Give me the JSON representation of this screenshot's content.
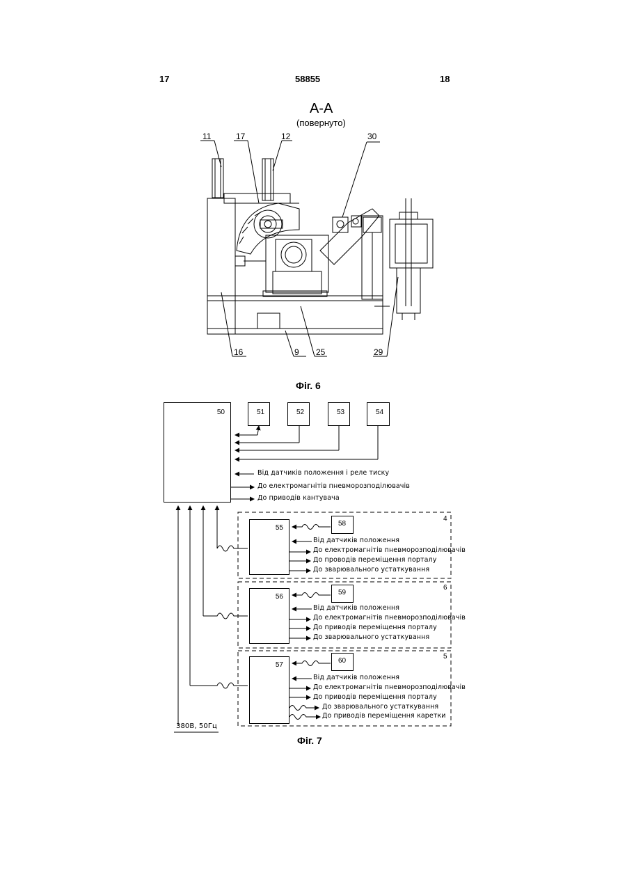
{
  "header": {
    "left_page": "17",
    "doc_number": "58855",
    "right_page": "18"
  },
  "fig6": {
    "section_title": "А-А",
    "section_subtitle": "(повернуто)",
    "callouts": {
      "c11": "11",
      "c17": "17",
      "c12": "12",
      "c30": "30",
      "c16": "16",
      "c9": "9",
      "c25": "25",
      "c29": "29"
    },
    "caption": "Фіг. 6"
  },
  "fig7": {
    "blocks": {
      "b50": "50",
      "b51": "51",
      "b52": "52",
      "b53": "53",
      "b54": "54",
      "b55": "55",
      "b56": "56",
      "b57": "57",
      "b58": "58",
      "b59": "59",
      "b60": "60"
    },
    "panels": {
      "p4": "4",
      "p6": "6",
      "p5": "5"
    },
    "main_signals": [
      "Від датчиків положення і реле тиску",
      "До електромагнітів пневморозподілювачів",
      "До приводів кантувача"
    ],
    "panel4_signals": [
      "Від датчиків положення",
      "До електромагнітів пневморозподілювачів",
      "До проводів переміщення порталу",
      "До зварювального устаткування"
    ],
    "panel6_signals": [
      "Від датчиків положення",
      "До електромагнітів пневморозподілювачів",
      "До приводів переміщення порталу",
      "До зварювального устаткування"
    ],
    "panel5_signals": [
      "Від датчиків положення",
      "До електромагнітів пневморозподілювачів",
      "До приводів переміщення порталу",
      "До зварювального устаткування",
      "До приводів переміщення каретки"
    ],
    "power": "380В, 50Гц",
    "caption": "Фіг. 7"
  }
}
